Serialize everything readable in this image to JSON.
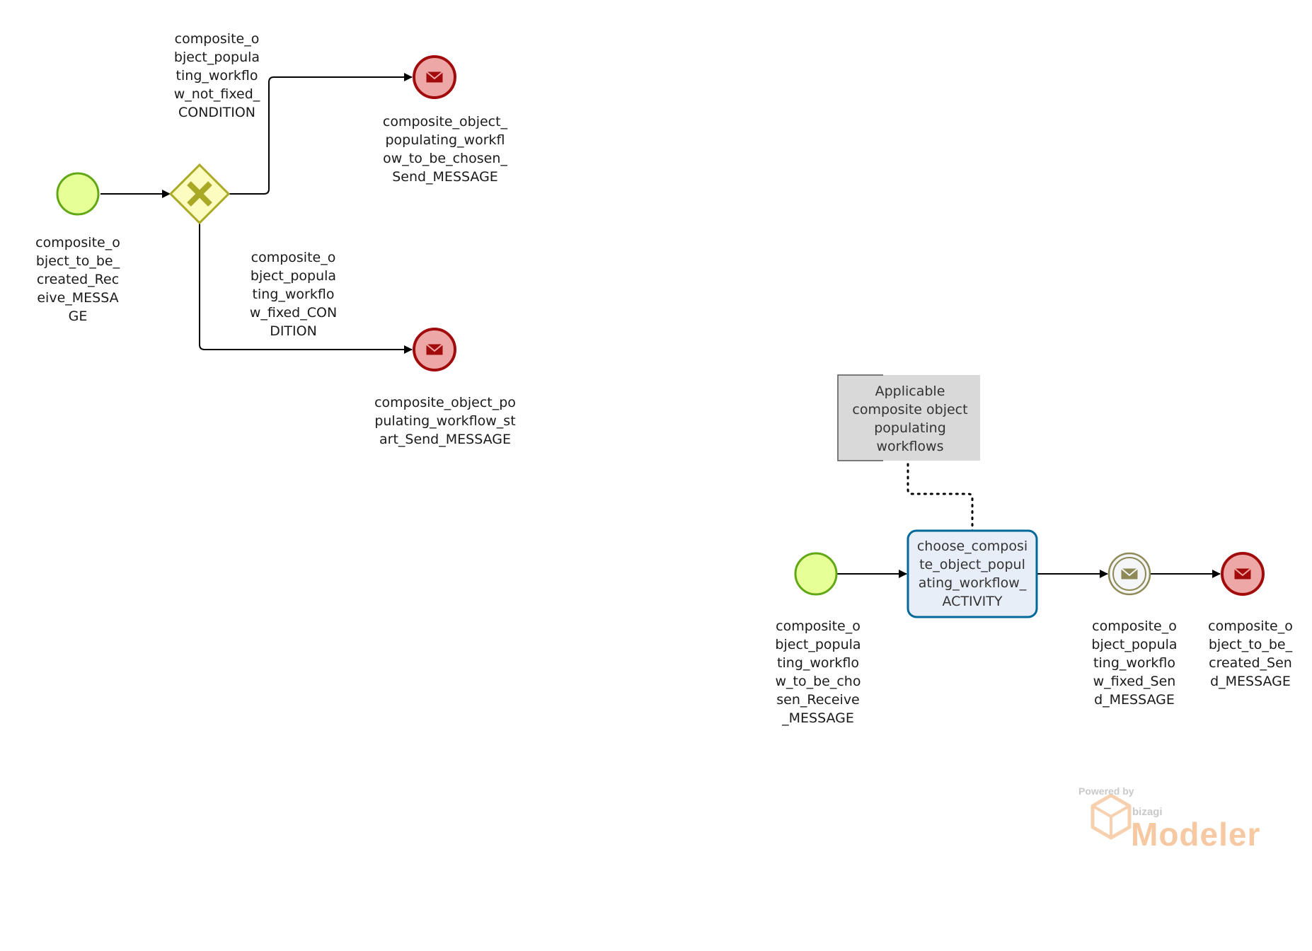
{
  "colors": {
    "start_fill": "#e6ff97",
    "start_stroke": "#62a716",
    "end_fill": "#eea7a7",
    "end_stroke": "#a20b0b",
    "intermediate_fill": "#f4f6f7",
    "intermediate_stroke": "#8e8a57",
    "gateway_fill": "#fcfcc0",
    "gateway_stroke": "#a9a925",
    "task_fill": "#e8eef7",
    "task_stroke": "#03689a",
    "annotation_fill": "#d9d9d9",
    "edge": "#000000",
    "watermark": "#f6c9a2"
  },
  "diagram": {
    "nodes": [
      {
        "id": "start1",
        "kind": "start-event",
        "icon": "none",
        "label": "composite_object_to_be_created_Receive_MESSAGE"
      },
      {
        "id": "gw1",
        "kind": "exclusive-gateway",
        "icon": "x-icon",
        "label": ""
      },
      {
        "id": "end1",
        "kind": "end-message-event",
        "icon": "envelope-icon",
        "label": "composite_object_populating_workflow_to_be_chosen_Send_MESSAGE"
      },
      {
        "id": "end2",
        "kind": "end-message-event",
        "icon": "envelope-icon",
        "label": "composite_object_populating_workflow_start_Send_MESSAGE"
      },
      {
        "id": "start2",
        "kind": "start-event",
        "icon": "none",
        "label": "composite_object_populating_workflow_to_be_chosen_Receive_MESSAGE"
      },
      {
        "id": "task1",
        "kind": "task",
        "icon": "none",
        "label": "choose_composite_object_populating_workflow_ACTIVITY"
      },
      {
        "id": "int1",
        "kind": "intermediate-message-throw-event",
        "icon": "envelope-icon",
        "label": "composite_object_populating_workflow_fixed_Send_MESSAGE"
      },
      {
        "id": "end3",
        "kind": "end-message-event",
        "icon": "envelope-icon",
        "label": "composite_object_to_be_created_Send_MESSAGE"
      },
      {
        "id": "note1",
        "kind": "text-annotation",
        "icon": "none",
        "label": "Applicable composite object populating workflows"
      }
    ],
    "edges": [
      {
        "from": "start1",
        "to": "gw1",
        "kind": "sequence-flow",
        "label": ""
      },
      {
        "from": "gw1",
        "to": "end1",
        "kind": "sequence-flow",
        "label": "composite_object_populating_workflow_not_fixed_CONDITION"
      },
      {
        "from": "gw1",
        "to": "end2",
        "kind": "sequence-flow",
        "label": "composite_object_populating_workflow_fixed_CONDITION"
      },
      {
        "from": "start2",
        "to": "task1",
        "kind": "sequence-flow",
        "label": ""
      },
      {
        "from": "task1",
        "to": "int1",
        "kind": "sequence-flow",
        "label": ""
      },
      {
        "from": "int1",
        "to": "end3",
        "kind": "sequence-flow",
        "label": ""
      },
      {
        "from": "note1",
        "to": "task1",
        "kind": "association",
        "label": ""
      }
    ]
  },
  "watermark": {
    "powered_by": "Powered by",
    "company": "bizagi",
    "product": "Modeler"
  }
}
